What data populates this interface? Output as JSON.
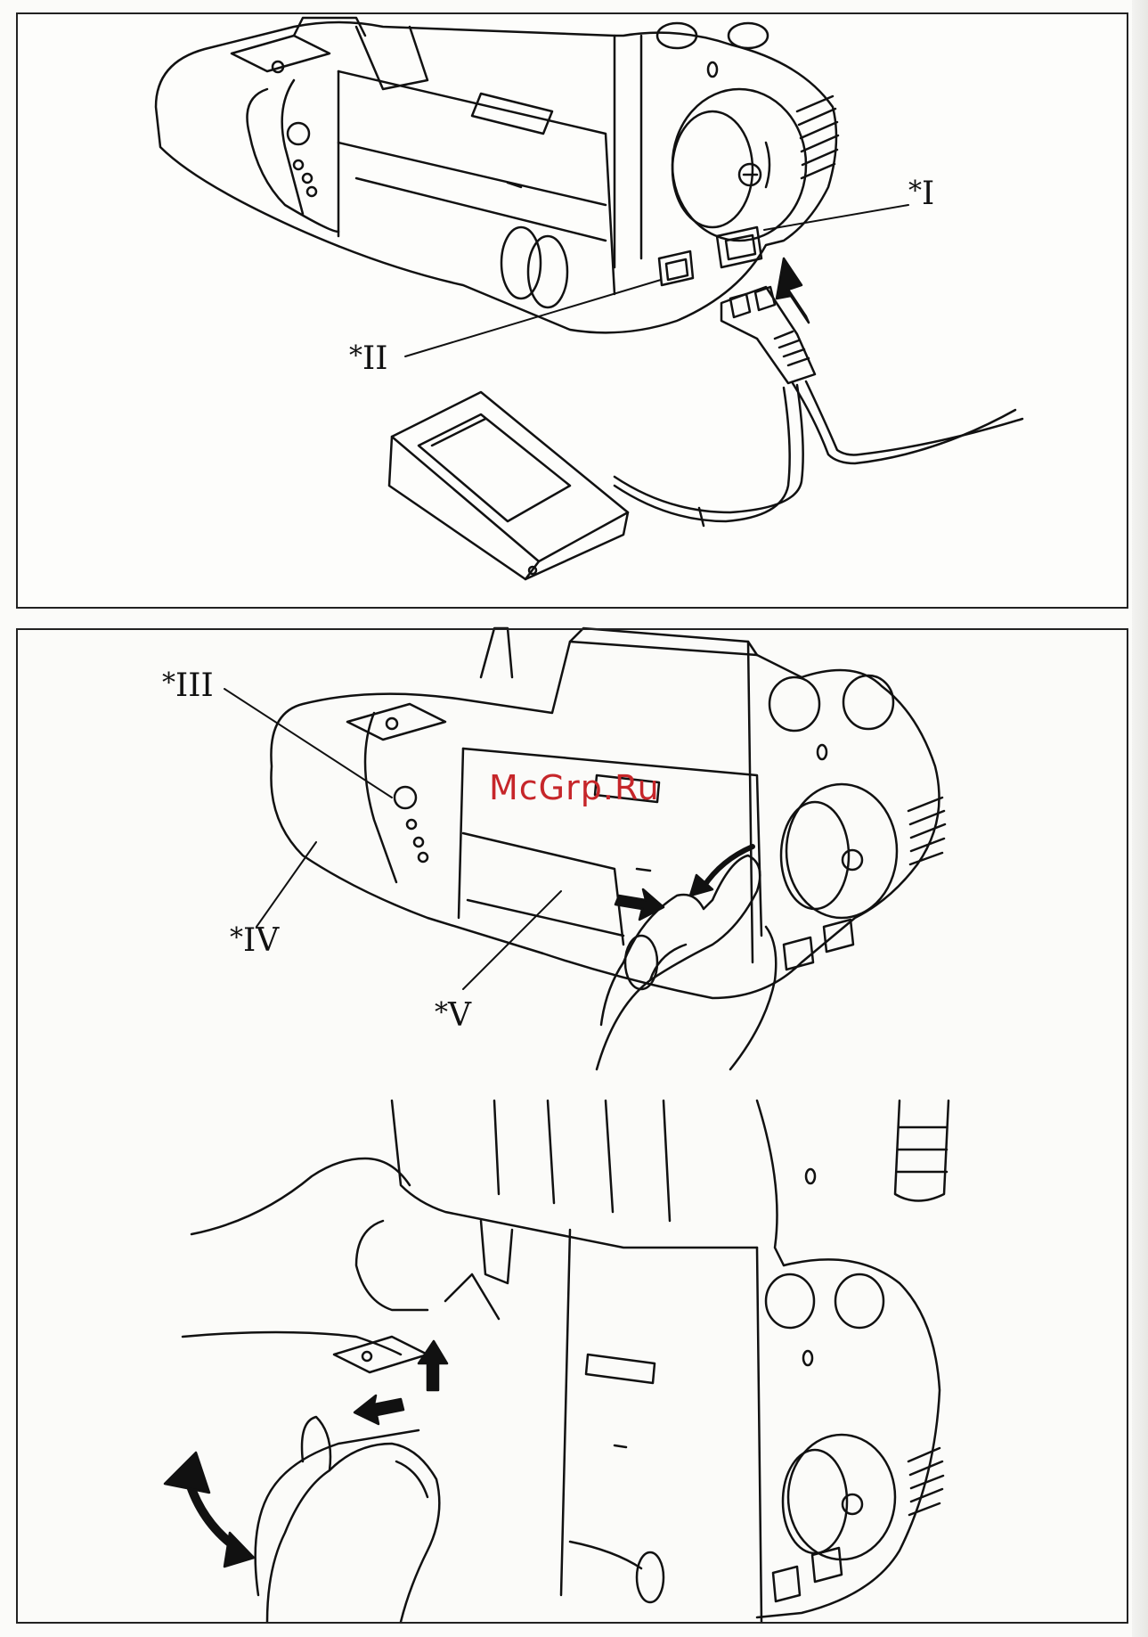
{
  "panel_top": {
    "callouts": [
      {
        "id": "I",
        "text": "I"
      },
      {
        "id": "II",
        "text": "II"
      }
    ]
  },
  "panel_bottom": {
    "callouts": [
      {
        "id": "III",
        "text": "III"
      },
      {
        "id": "IV",
        "text": "IV"
      },
      {
        "id": "V",
        "text": "V"
      }
    ]
  },
  "marker": "*",
  "watermark": "McGrp.Ru",
  "colors": {
    "line": "#111111",
    "watermark": "#c6262a",
    "paper": "#fdfdfb"
  },
  "icons": [
    "arrow-up-icon",
    "arrow-right-icon",
    "curved-arrow-icon",
    "foot-pedal-icon",
    "plug-icon"
  ]
}
